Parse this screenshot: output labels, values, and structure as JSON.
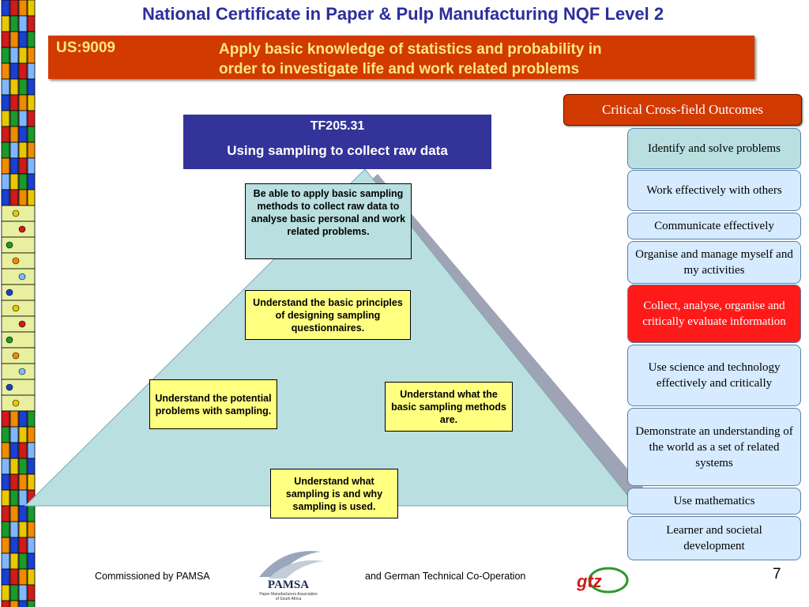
{
  "title": "National Certificate in Paper & Pulp Manufacturing NQF Level 2",
  "banner": {
    "code": "US:9009",
    "line1": "Apply basic knowledge of statistics and probability in",
    "line2": "order to investigate life and work related problems"
  },
  "tf": {
    "code": "TF205.31",
    "heading": "Using sampling to collect raw data"
  },
  "pyramid": {
    "apex": "Be able to apply basic sampling methods to collect raw data to analyse basic personal and work related problems.",
    "middle": "Understand the basic principles of designing sampling questionnaires.",
    "left": "Understand the potential problems with sampling.",
    "right": "Understand what the basic sampling methods are.",
    "bottom": "Understand what sampling is and why sampling is used."
  },
  "ccfo": {
    "heading": "Critical Cross-field Outcomes",
    "items": [
      "Identify and solve problems",
      "Work effectively with others",
      "Communicate effectively",
      "Organise and manage myself and my activities",
      "Collect, analyse, organise and critically evaluate information",
      "Use science and technology effectively and critically",
      "Demonstrate an understanding of the world as a set of related systems",
      "Use mathematics",
      "Learner and societal development"
    ]
  },
  "footer": {
    "left": "Commissioned by PAMSA",
    "right": "and German Technical Co-Operation",
    "page": "7",
    "pamsa_logo": "PAMSA",
    "pamsa_sub1": "Paper Manufacturers Association",
    "pamsa_sub2": "of South Africa",
    "gtz_logo": "gtz"
  },
  "colors": {
    "title": "#2b2f9c",
    "banner": "#d13a00",
    "banner_text": "#ffe680",
    "tf_box": "#33339a",
    "pyramid": "#b9dfe0",
    "highlight": "#ff1a1a",
    "note": "#ffff80"
  }
}
